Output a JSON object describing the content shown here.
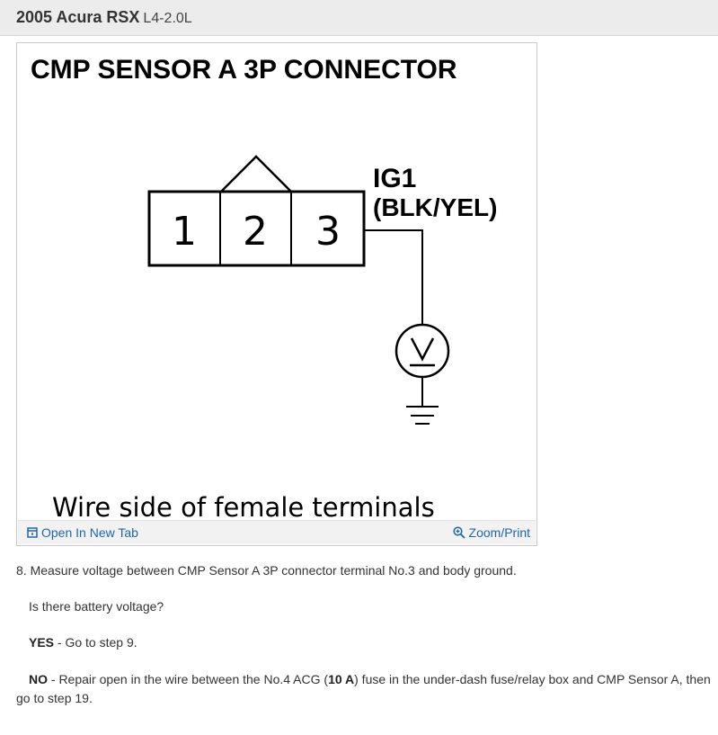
{
  "header": {
    "title": "2005 Acura RSX",
    "subtitle": "L4-2.0L"
  },
  "figure": {
    "heading": "CMP SENSOR A 3P CONNECTOR",
    "terminals": [
      "1",
      "2",
      "3"
    ],
    "wire_label_1": "IG1",
    "wire_label_2": "(BLK/YEL)",
    "meter_symbol": "V",
    "caption": "Wire side of female terminals",
    "open_tab_label": "Open In New Tab",
    "zoom_label": "Zoom/Print"
  },
  "steps": {
    "line1": "8. Measure voltage between CMP Sensor A 3P connector terminal No.3 and body ground.",
    "question": "Is there battery voltage?",
    "yes_key": "YES",
    "yes_text": " - Go to step 9.",
    "no_key": "NO",
    "no_text_1": " - Repair open in the wire between the No.4 ACG (",
    "no_fuse": "10 A",
    "no_text_2": ") fuse in the under-dash fuse/relay box and CMP Sensor A, then",
    "no_text_3": "go to step 19."
  },
  "colors": {
    "link": "#2266aa",
    "header_bg": "#ececec"
  }
}
